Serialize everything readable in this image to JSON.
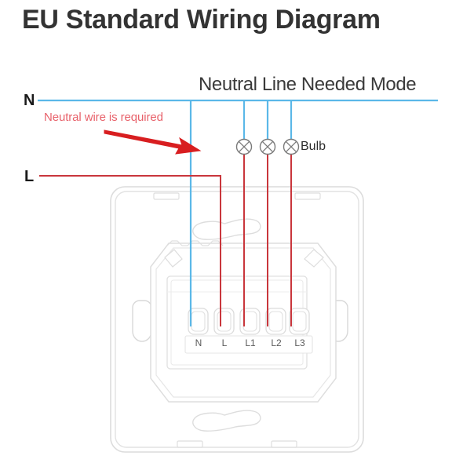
{
  "page": {
    "title": "EU Standard Wiring Diagram",
    "background_color": "#ffffff"
  },
  "diagram": {
    "mode_title": "Neutral Line Needed Mode",
    "warning_text": "Neutral wire is required",
    "bulb_label": "Bulb",
    "supply_labels": {
      "neutral": "N",
      "live": "L"
    },
    "colors": {
      "neutral_wire": "#5bb8e8",
      "live_wire": "#c9363c",
      "warning_text": "#e8626b",
      "arrow": "#d81e20",
      "title_text": "#333333",
      "device_outline": "#d2d2d2",
      "terminal_label": "#5a5a5a"
    },
    "terminals": [
      {
        "label": "N",
        "wire": "neutral"
      },
      {
        "label": "L",
        "wire": "live"
      },
      {
        "label": "L1",
        "wire": "live"
      },
      {
        "label": "L2",
        "wire": "live"
      },
      {
        "label": "L3",
        "wire": "live"
      }
    ],
    "bulbs": [
      {
        "name": "bulb-1",
        "connects_to": "L1"
      },
      {
        "name": "bulb-2",
        "connects_to": "L2"
      },
      {
        "name": "bulb-3",
        "connects_to": "L3"
      }
    ]
  }
}
